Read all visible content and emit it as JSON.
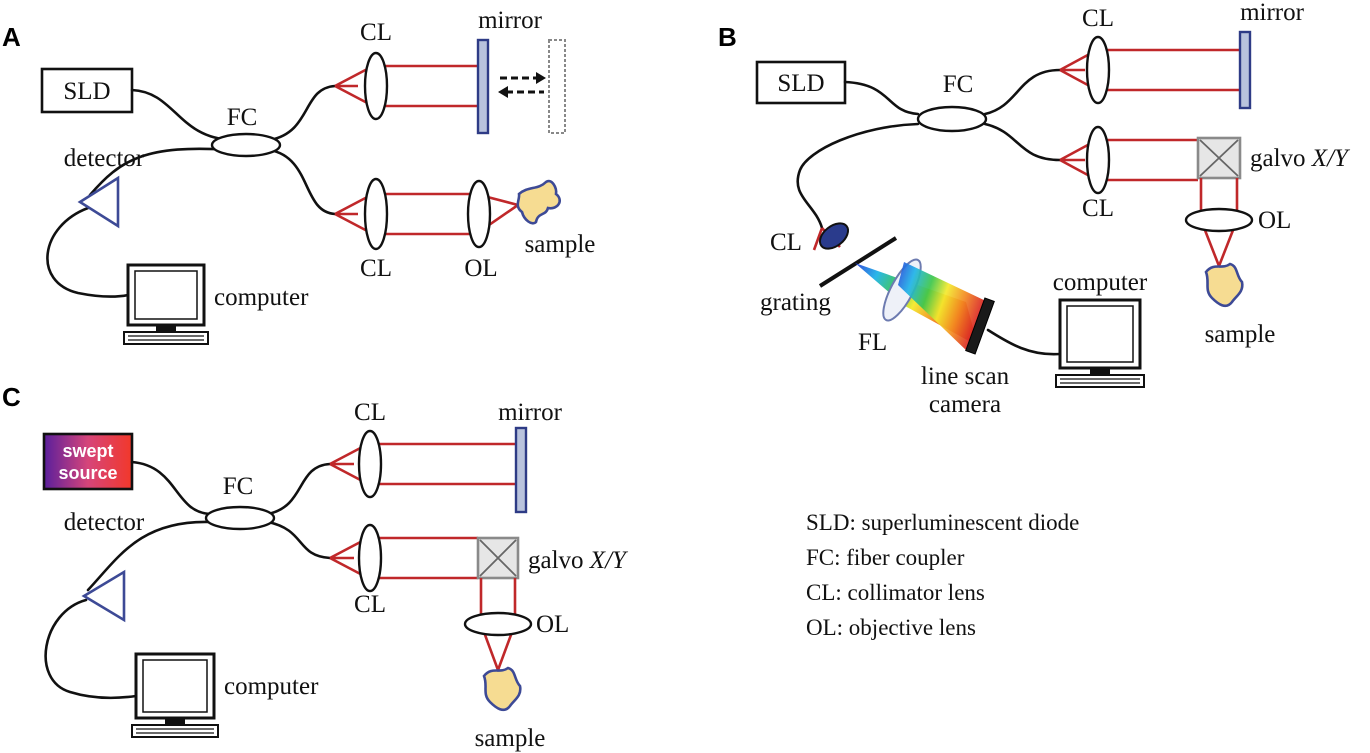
{
  "panels": {
    "a": "A",
    "b": "B",
    "c": "C"
  },
  "panel_a": {
    "source": "SLD",
    "coupler": "FC",
    "collimator_ref": "CL",
    "collimator_sample": "CL",
    "mirror": "mirror",
    "objective": "OL",
    "sample": "sample",
    "detector": "detector",
    "computer": "computer"
  },
  "panel_b": {
    "source": "SLD",
    "coupler": "FC",
    "collimator_ref": "CL",
    "mirror": "mirror",
    "collimator_sample": "CL",
    "galvo_prefix": "galvo ",
    "galvo_axes": "X/Y",
    "objective": "OL",
    "sample": "sample",
    "collimator_spectrometer": "CL",
    "grating": "grating",
    "focusing_lens": "FL",
    "camera_line1": "line scan",
    "camera_line2": "camera",
    "computer": "computer"
  },
  "panel_c": {
    "source_line1": "swept",
    "source_line2": "source",
    "coupler": "FC",
    "collimator_ref": "CL",
    "mirror": "mirror",
    "collimator_sample": "CL",
    "galvo_prefix": "galvo ",
    "galvo_axes": "X/Y",
    "objective": "OL",
    "sample": "sample",
    "detector": "detector",
    "computer": "computer"
  },
  "legend": [
    "SLD: superluminescent diode",
    "FC: fiber coupler",
    "CL: collimator lens",
    "OL: objective lens"
  ],
  "colors": {
    "beam": "#c0282a",
    "mirror_frame": "#2e3b86",
    "detector_outline": "#3d4a96",
    "sample_fill": "#f6dc92"
  }
}
